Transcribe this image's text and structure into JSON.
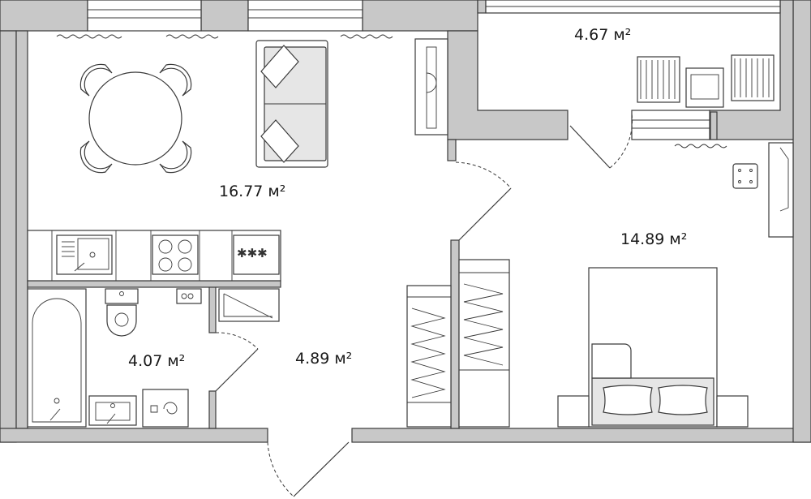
{
  "rooms": {
    "living_kitchen": {
      "area": "16.77 м²"
    },
    "balcony": {
      "area": "4.67 м²"
    },
    "bedroom": {
      "area": "14.89 м²"
    },
    "bathroom": {
      "area": "4.07 м²"
    },
    "hallway": {
      "area": "4.89 м²"
    }
  },
  "colors": {
    "wall": "#c8c8c8",
    "line": "#3a3a3a",
    "background": "#ffffff"
  }
}
